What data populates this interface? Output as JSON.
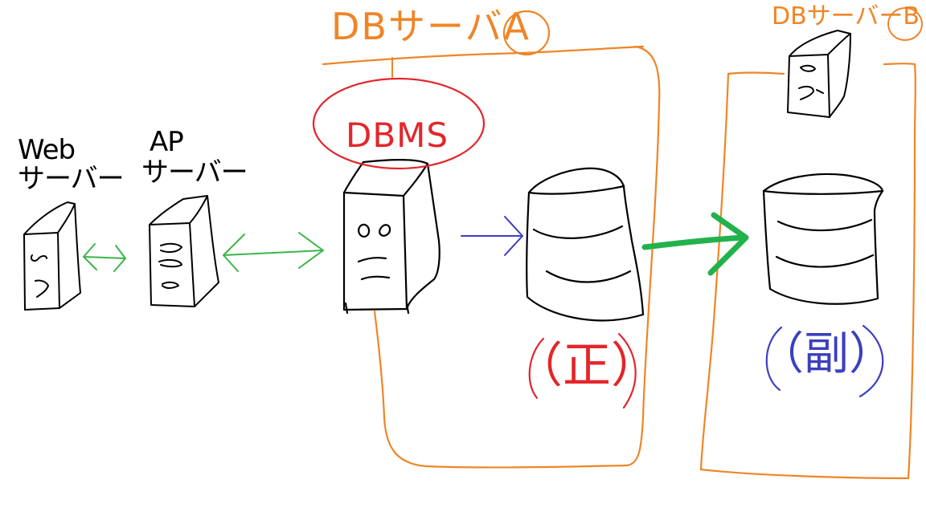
{
  "colors": {
    "orange": "#f08526",
    "red": "#e3262b",
    "blue": "#3b3fbf",
    "green_thin": "#3cb54a",
    "green_thick": "#22b24c",
    "ink": "#000000"
  },
  "labels": {
    "web_server_line1": "Web",
    "web_server_line2": "サーバー",
    "ap_server_line1": "AP",
    "ap_server_line2": "サーバー",
    "db_server_a": "DBサーバA",
    "db_server_b": "DBサーバーB",
    "dbms": "DBMS",
    "primary": "（正）",
    "secondary": "（副）"
  },
  "icons": {
    "web_server": "server-tower-icon",
    "ap_server": "server-tower-icon",
    "dbms_server": "server-tower-icon",
    "db_b_server": "server-tower-icon",
    "primary_db": "database-cylinder-icon",
    "secondary_db": "database-cylinder-icon"
  },
  "connections": [
    {
      "from": "web_server",
      "to": "ap_server",
      "style": "double-arrow",
      "color": "green_thin"
    },
    {
      "from": "ap_server",
      "to": "dbms_server",
      "style": "double-arrow",
      "color": "green_thin"
    },
    {
      "from": "dbms_server",
      "to": "primary_db",
      "style": "arrow",
      "color": "blue"
    },
    {
      "from": "primary_db",
      "to": "secondary_db",
      "style": "thick-arrow",
      "color": "green_thick"
    }
  ]
}
